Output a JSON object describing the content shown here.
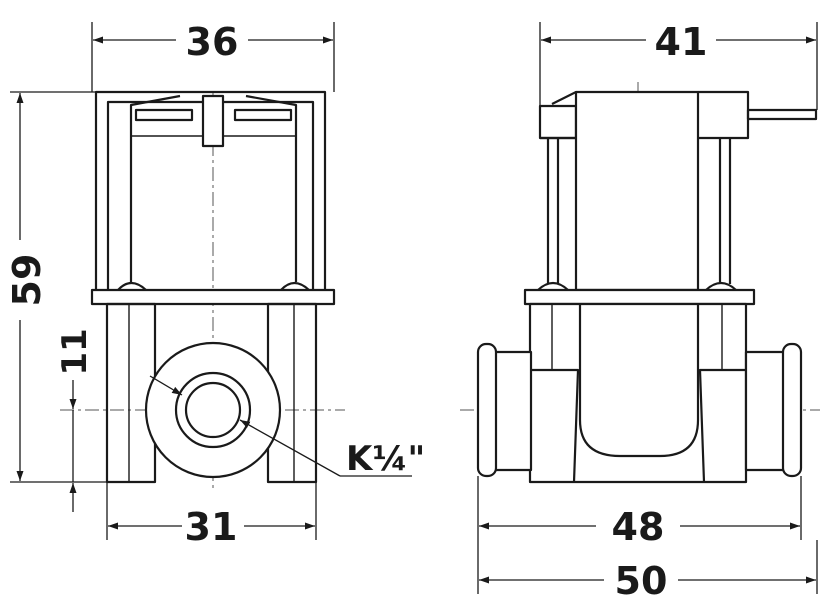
{
  "dimensions": {
    "left_view_top_width": "36",
    "left_view_height": "59",
    "left_view_port_height": "11",
    "left_view_base_width": "31",
    "thread_label": "K¼\"",
    "right_view_top_width": "41",
    "right_view_body_width": "48",
    "right_view_overall_width": "50"
  },
  "colors": {
    "line": "#1a1a1a",
    "background": "#ffffff"
  }
}
